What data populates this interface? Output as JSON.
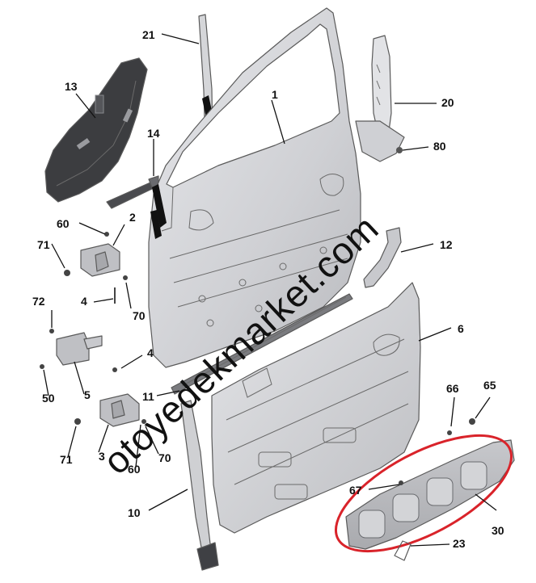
{
  "callouts": [
    "1",
    "2",
    "3",
    "4",
    "4",
    "5",
    "6",
    "10",
    "11",
    "12",
    "13",
    "14",
    "20",
    "21",
    "23",
    "30",
    "50",
    "60",
    "60",
    "65",
    "66",
    "67",
    "70",
    "70",
    "71",
    "71",
    "72",
    "80"
  ],
  "watermark": "otoyedekmarket.com",
  "colors": {
    "highlight": "#d9232a",
    "panel": "#c9c9cc",
    "panel_light": "#dcdde0",
    "dark_part": "#3c3d40",
    "ink": "#111111"
  }
}
